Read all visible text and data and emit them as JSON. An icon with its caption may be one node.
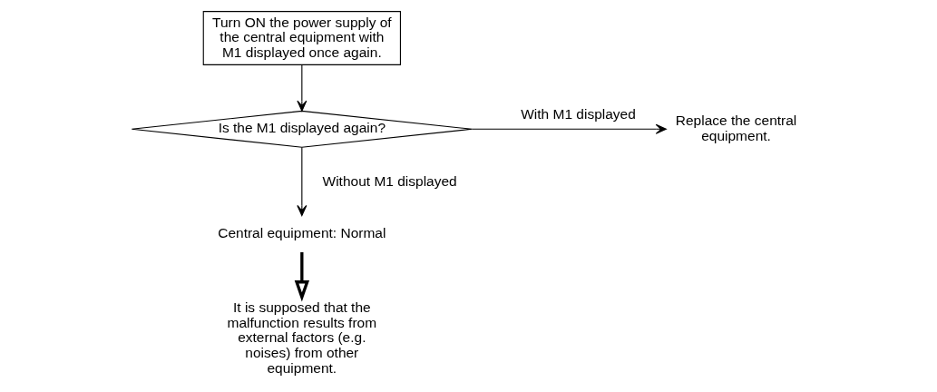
{
  "diagram": {
    "nodes": [
      {
        "text": [
          "Turn ON the power supply of the central equipment with M1 displayed once again."
        ]
      },
      {
        "text": [
          "Is the M1 displayed again?"
        ]
      },
      {
        "text": [
          "Replace the central equipment."
        ]
      },
      {
        "text": [
          "Central equipment: Normal"
        ]
      },
      {
        "text": [
          "It is supposed that the malfunction results from external factors (e.g. noises) from other equipment."
        ]
      }
    ],
    "edges": [
      {
        "from": 0,
        "to": 1,
        "arrow": "to"
      },
      {
        "from": 1,
        "to": 2,
        "arrow": "to",
        "label": "With M1 displayed"
      },
      {
        "from": 1,
        "to": 3,
        "arrow": "to",
        "label": "Without M1 displayed"
      },
      {
        "from": 3,
        "to": 4,
        "arrow": "to",
        "style": "thick"
      }
    ]
  }
}
